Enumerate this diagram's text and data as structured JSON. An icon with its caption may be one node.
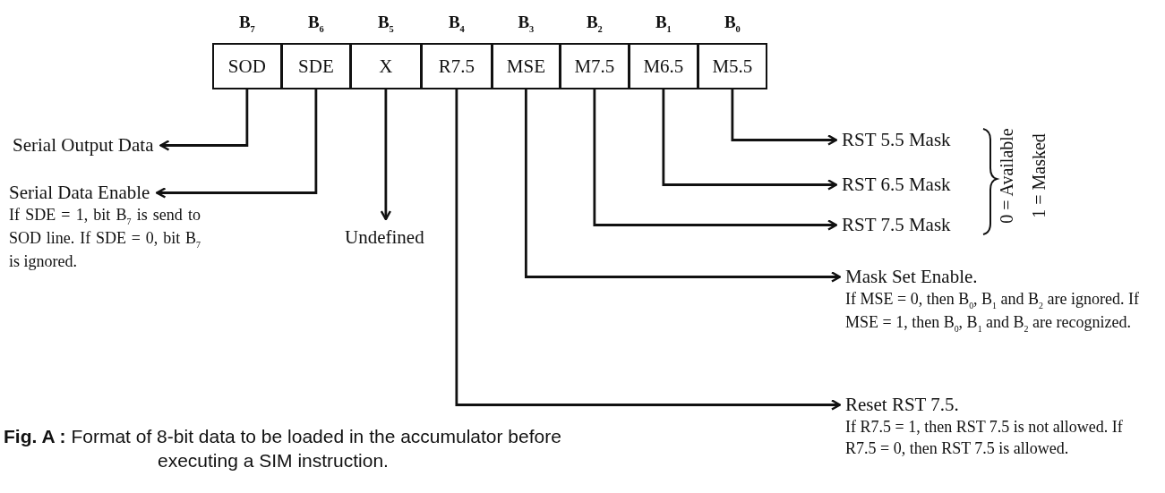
{
  "diagram": {
    "caption": "**Fig. A :** Format of 8-bit data to be loaded in the accumulator before executing a SIM instruction.",
    "nodes": [
      {
        "text": [
          "B$_{7}$",
          "SOD"
        ]
      },
      {
        "text": [
          "B$_{6}$",
          "SDE"
        ]
      },
      {
        "text": [
          "B$_{5}$",
          "X"
        ]
      },
      {
        "text": [
          "B$_{4}$",
          "R7.5"
        ]
      },
      {
        "text": [
          "B$_{3}$",
          "MSE"
        ]
      },
      {
        "text": [
          "B$_{2}$",
          "M7.5"
        ]
      },
      {
        "text": [
          "B$_{1}$",
          "M6.5"
        ]
      },
      {
        "text": [
          "B$_{0}$",
          "M5.5"
        ]
      },
      {
        "text": [
          "Serial Output Data"
        ]
      },
      {
        "text": [
          "Serial Data Enable",
          "If SDE = 1, bit B$_{7}$ is send to SOD line. If SDE = 0, bit B$_{7}$ is ignored."
        ]
      },
      {
        "text": [
          "Undefined"
        ]
      },
      {
        "text": [
          "RST 5.5 Mask"
        ]
      },
      {
        "text": [
          "RST 6.5 Mask"
        ]
      },
      {
        "text": [
          "RST 7.5 Mask"
        ]
      },
      {
        "text": [
          "Mask Set Enable.",
          "If MSE = 0, then B$_{0}$, B$_{1}$ and B$_{2}$ are ignored. If MSE = 1, then B$_{0}$, B$_{1}$ and B$_{2}$ are recognized."
        ]
      },
      {
        "text": [
          "Reset RST 7.5.",
          "If R7.5 = 1, then RST 7.5 is not allowed. If R7.5 = 0, then RST 7.5 is allowed."
        ]
      }
    ],
    "edges": [
      {
        "from": 0,
        "to": 8,
        "arrow": "to"
      },
      {
        "from": 1,
        "to": 9,
        "arrow": "to"
      },
      {
        "from": 2,
        "to": 10,
        "arrow": "to"
      },
      {
        "from": 3,
        "to": 15,
        "arrow": "to"
      },
      {
        "from": 4,
        "to": 14,
        "arrow": "to"
      },
      {
        "from": 5,
        "to": 13,
        "arrow": "to"
      },
      {
        "from": 6,
        "to": 12,
        "arrow": "to"
      },
      {
        "from": 7,
        "to": 11,
        "arrow": "to"
      }
    ],
    "labels": [
      "0 = Available",
      "1 = Masked"
    ]
  }
}
